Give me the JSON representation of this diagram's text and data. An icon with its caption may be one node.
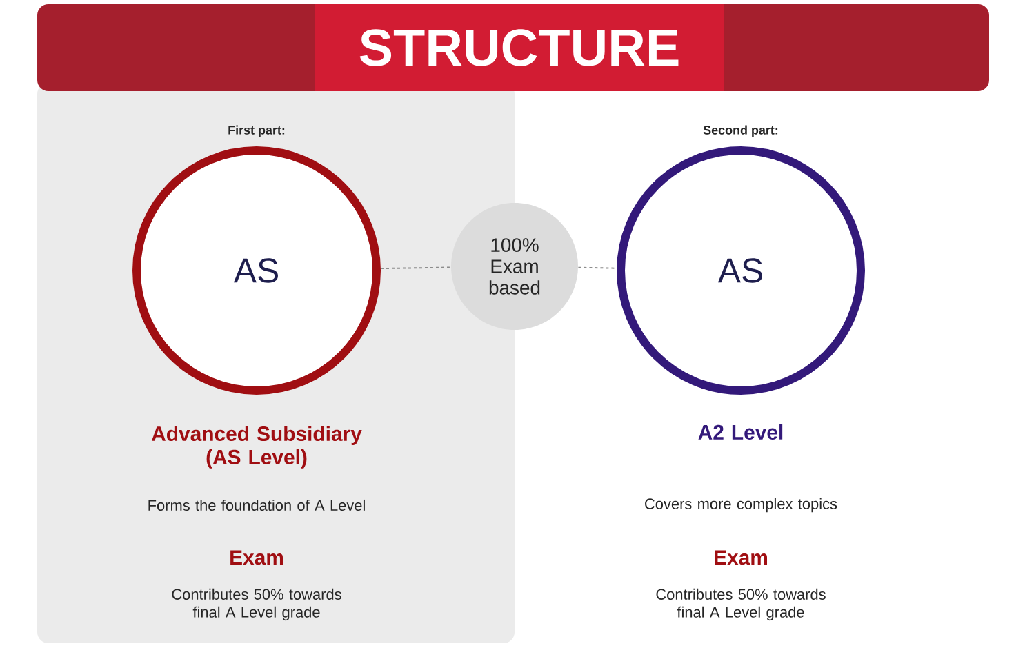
{
  "diagram": {
    "title": "STRUCTURE",
    "nodes": [
      {
        "text": [
          "AS"
        ],
        "beside": [
          "First part:"
        ]
      },
      {
        "text": [
          "100% Exam based"
        ]
      },
      {
        "text": [
          "AS"
        ],
        "beside": [
          "Second part:"
        ]
      }
    ],
    "edges": [
      {
        "from": 0,
        "to": 1,
        "arrow": "none",
        "style": "dashed"
      },
      {
        "from": 1,
        "to": 2,
        "arrow": "none",
        "style": "dashed"
      }
    ],
    "labels": [
      "Advanced Subsidiary (AS Level)",
      "A2 Level",
      "Forms the foundation of A Level",
      "Covers more complex topics",
      "Exam",
      "Exam",
      "Contributes 50% towards final A Level grade",
      "Contributes 50% towards final A Level grade"
    ]
  }
}
